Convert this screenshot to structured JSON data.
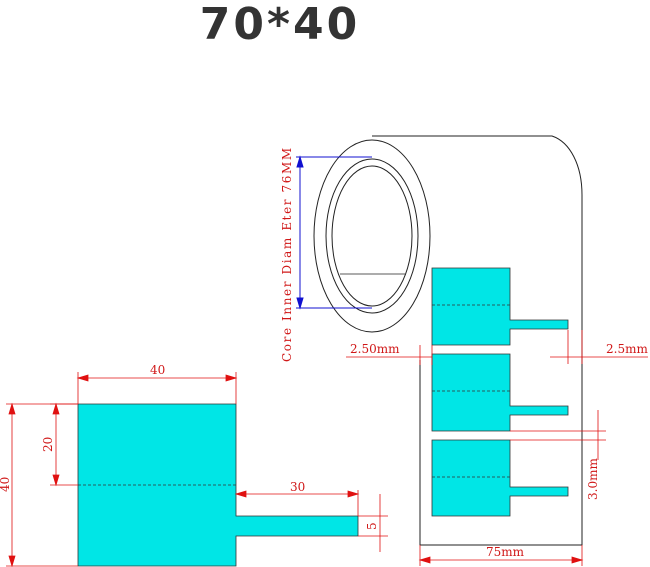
{
  "title": "70*40",
  "colors": {
    "label_fill": "#00e6e6",
    "dimension": "#e01010",
    "core_dimension": "#1010d0",
    "outline": "#222222"
  },
  "core_label": "Core Inner Diam Eter 76MM",
  "dimensions": {
    "label_width": "40",
    "label_half_height": "20",
    "label_height": "40",
    "tab_length": "30",
    "tab_width": "5",
    "left_gap": "2.50mm",
    "right_gap": "2.5mm",
    "label_gap": "3.0mm",
    "roll_width": "75mm"
  }
}
